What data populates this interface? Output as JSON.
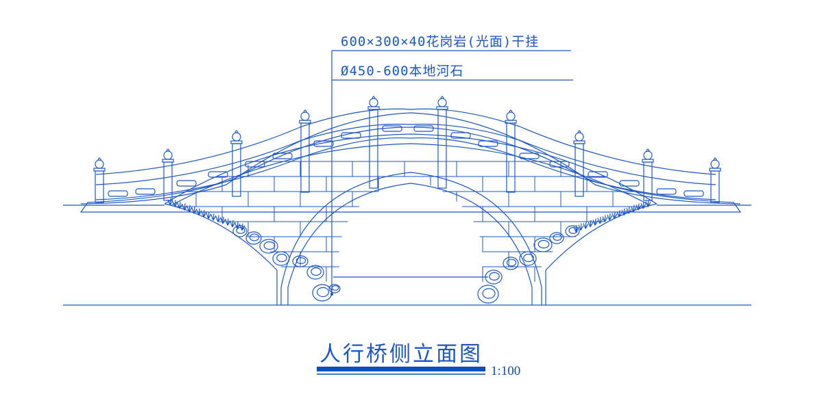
{
  "callouts": [
    {
      "text": "600×300×40花岗岩(光面)干挂"
    },
    {
      "text": "Ø450-600本地河石"
    }
  ],
  "title": "人行桥侧立面图",
  "scale": "1:100",
  "colors": {
    "line": "#1a56c8",
    "thick_bar": "#0a4fb5",
    "background": "#ffffff"
  }
}
